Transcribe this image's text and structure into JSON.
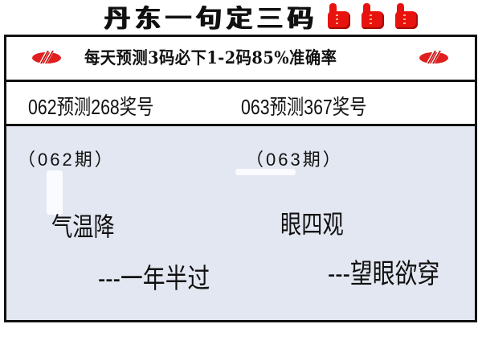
{
  "header": {
    "title": "丹东一句定三码",
    "thumbs_icon": "thumbs-up-icon",
    "thumbs_count": 3,
    "accent_color": "#e8130e"
  },
  "banner": {
    "text": "每天预测3码必下1-2码85%准确率",
    "logo_icon": "lottery-logo-icon"
  },
  "predictions": [
    {
      "label": "062预测268奖号"
    },
    {
      "label": "063预测367奖号"
    }
  ],
  "riddles": [
    {
      "period": "（062期）",
      "hint": "气温降",
      "answer": "---一年半过"
    },
    {
      "period": "（063期）",
      "hint": "眼四观",
      "answer": "---望眼欲穿"
    }
  ],
  "colors": {
    "border": "#111111",
    "riddle_bg": "#e3e7f1"
  }
}
